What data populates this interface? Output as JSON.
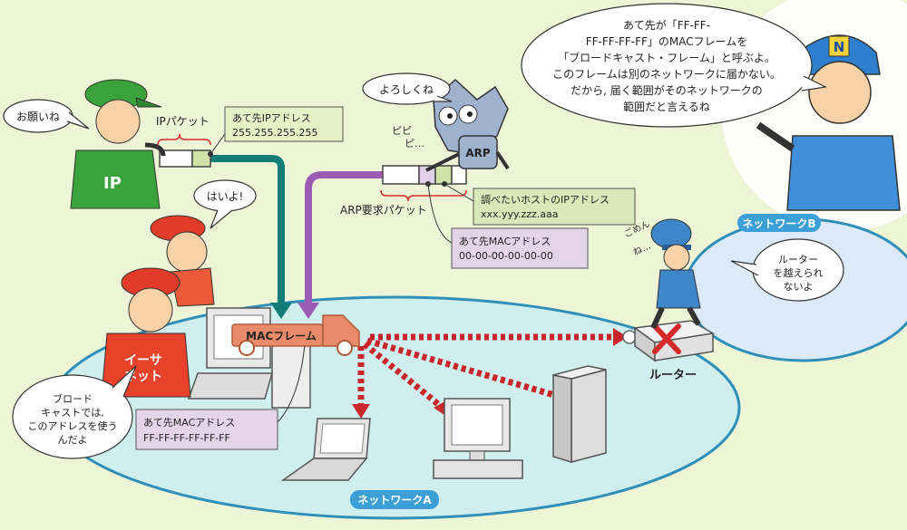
{
  "colors": {
    "background": "#eef4d6",
    "network_a_fill": "#cfeeed",
    "network_b_fill": "#dbe9f8",
    "network_outline": "#2f8fb8",
    "network_label_fill": "#3c9fd6",
    "ip_arrow": "#127c76",
    "arp_arrow": "#9b5bb3",
    "frame_truck": "#e98b6a",
    "broadcast_dots": "#c8262b",
    "ip_packet_box": "#e8f0c8",
    "arp_target_box": "#d8e8b8",
    "mac_dest_box": "#e4d4e8",
    "router_x": "#d42a2a"
  },
  "icons": {
    "ip_character": "person-with-green-cap",
    "ethernet_characters": "people-with-red-caps",
    "arp_robot": "robot",
    "router_character": "person-with-blue-cap",
    "narrator": "big-person-with-N-cap",
    "computers": [
      "desktop-computer",
      "laptop-computer",
      "desktop-computer",
      "server-tower"
    ],
    "router": "router-box"
  },
  "network_a": {
    "label": "ネットワークA"
  },
  "network_b": {
    "label": "ネットワークB"
  },
  "ip": {
    "badge": "IP",
    "speech": "お願いね",
    "packet_label": "IPパケット",
    "dest_ip_lines": [
      "あて先IPアドレス",
      "255.255.255.255"
    ]
  },
  "ethernet": {
    "badge_lines": [
      "イーサ",
      "ネット"
    ],
    "speech_hai": "はいよ!",
    "speech_broadcast_lines": [
      "ブロード",
      "キャストでは,",
      "このアドレスを使う",
      "んだよ"
    ],
    "dest_mac_lines": [
      "あて先MACアドレス",
      "FF-FF-FF-FF-FF-FF"
    ]
  },
  "arp": {
    "body_label": "ARP",
    "speech": "よろしくね",
    "sound_lines": [
      "ピピ",
      "ピ…"
    ],
    "packet_label": "ARP要求パケット",
    "target_ip_lines": [
      "調べたいホストのIPアドレス",
      "xxx.yyy.zzz.aaa"
    ],
    "dest_mac_lines": [
      "あて先MACアドレス",
      "00-00-00-00-00-00"
    ]
  },
  "frame": {
    "label": "MACフレーム"
  },
  "router": {
    "label": "ルーター",
    "speech_lines": [
      "ルーター",
      "を越えられ",
      "ないよ"
    ],
    "apology_lines": [
      "ごめん",
      "ね…"
    ]
  },
  "narrator": {
    "cap_letter": "N",
    "speech_lines": [
      "あて先が「FF-FF-",
      "FF-FF-FF-FF」のMACフレームを",
      "「ブロードキャスト・フレーム」と呼ぶよ。",
      "このフレームは別のネットワークに届かない。",
      "だから, 届く範囲がそのネットワークの",
      "範囲だと言えるね"
    ]
  }
}
